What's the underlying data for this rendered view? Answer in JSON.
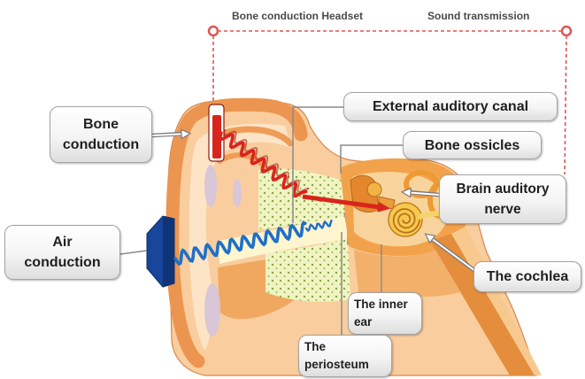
{
  "header": {
    "headset": "Bone conduction Headset",
    "transmission": "Sound transmission"
  },
  "labels": {
    "bone_conduction": [
      "Bone",
      "conduction"
    ],
    "external_auditory_canal": [
      "External auditory canal"
    ],
    "bone_ossicles": [
      "Bone ossicles"
    ],
    "brain_auditory_nerve": [
      "Brain auditory",
      "nerve"
    ],
    "air_conduction": [
      "Air",
      "conduction"
    ],
    "cochlea": [
      "The cochlea"
    ],
    "inner_ear": [
      "The inner",
      "ear"
    ],
    "periosteum": [
      "The",
      "periosteum"
    ]
  },
  "colors": {
    "bone_conduction_path": "#d9241c",
    "bone_conduction_headset": "#d9241c",
    "air_conduction_path": "#1f6fc6",
    "air_conduction_headset": "#17469a",
    "transmission_connector": "#e05454"
  }
}
